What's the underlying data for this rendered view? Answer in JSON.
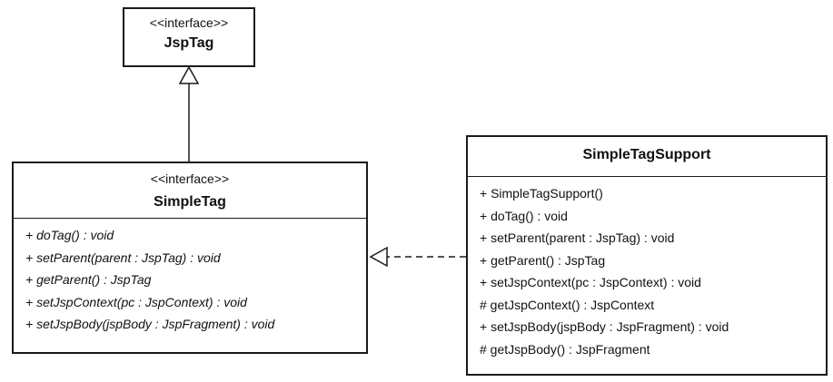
{
  "jsptag": {
    "stereotype": "<<interface>>",
    "name": "JspTag"
  },
  "simpletag": {
    "stereotype": "<<interface>>",
    "name": "SimpleTag",
    "operations": [
      "+ doTag() : void",
      "+ setParent(parent : JspTag) : void",
      "+ getParent() : JspTag",
      "+ setJspContext(pc : JspContext) : void",
      "+ setJspBody(jspBody : JspFragment) : void"
    ]
  },
  "simpletagsupport": {
    "name": "SimpleTagSupport",
    "operations": [
      "+ SimpleTagSupport()",
      "+ doTag() : void",
      "+ setParent(parent : JspTag) : void",
      "+ getParent() : JspTag",
      "+ setJspContext(pc : JspContext) : void",
      "# getJspContext() : JspContext",
      "+ setJspBody(jspBody : JspFragment) : void",
      "# getJspBody() : JspFragment"
    ]
  },
  "relations": [
    {
      "type": "generalization",
      "from": "SimpleTag",
      "to": "JspTag"
    },
    {
      "type": "realization",
      "from": "SimpleTagSupport",
      "to": "SimpleTag"
    }
  ]
}
